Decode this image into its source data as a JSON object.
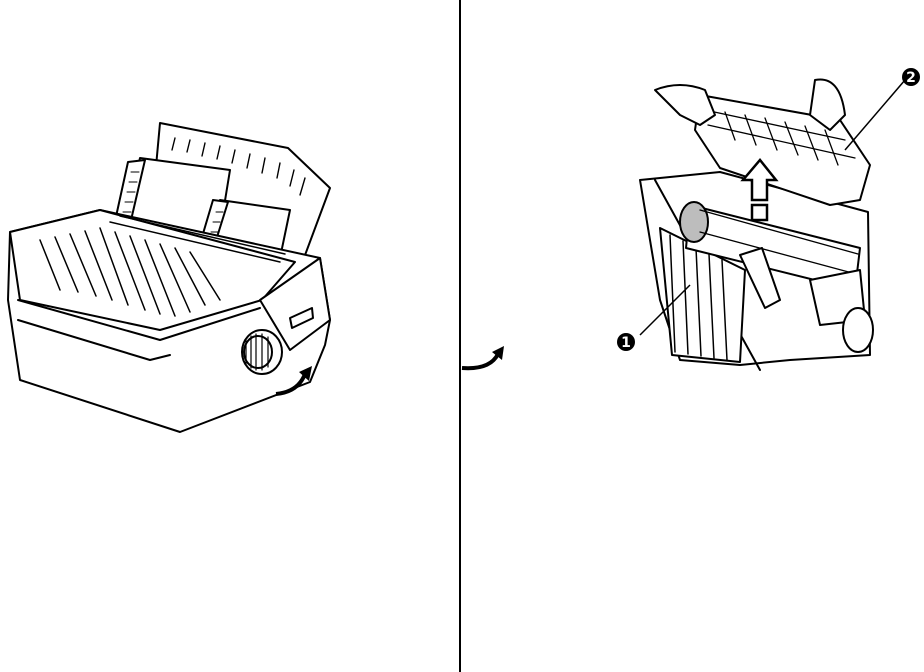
{
  "callouts": {
    "one": "1",
    "two": "2"
  },
  "colors": {
    "ink": "#000000",
    "paper": "#ffffff",
    "shade": "#bdbdbd"
  },
  "icons": {
    "left_figure": "printer-with-tractor-feed",
    "left_arrow": "rotate-knob-arrow",
    "right_figure": "printer-head-removal",
    "up_arrow": "lift-arrow",
    "stray_arrow": "curved-arrow"
  }
}
